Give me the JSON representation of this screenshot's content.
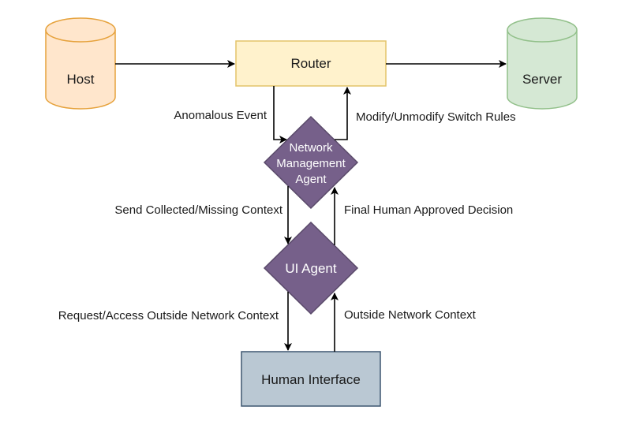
{
  "nodes": {
    "host": {
      "label": "Host",
      "fill": "#ffe6cc",
      "stroke": "#e6a23c"
    },
    "router": {
      "label": "Router",
      "fill": "#fff2cc",
      "stroke": "#e3c46a"
    },
    "server": {
      "label": "Server",
      "fill": "#d5e8d4",
      "stroke": "#92c08a"
    },
    "network_agent": {
      "label_lines": [
        "Network",
        "Management",
        "Agent"
      ],
      "fill": "#76608a",
      "stroke": "#5a4a6a"
    },
    "ui_agent": {
      "label": "UI Agent",
      "fill": "#76608a",
      "stroke": "#5a4a6a"
    },
    "human_interface": {
      "label": "Human Interface",
      "fill": "#bac8d3",
      "stroke": "#3e5770"
    }
  },
  "edge_labels": {
    "anomalous_event": "Anomalous Event",
    "modify_rules": "Modify/Unmodify Switch Rules",
    "send_context": "Send Collected/Missing Context",
    "final_decision": "Final Human Approved Decision",
    "request_context": "Request/Access Outside Network Context",
    "outside_context": "Outside Network Context"
  }
}
